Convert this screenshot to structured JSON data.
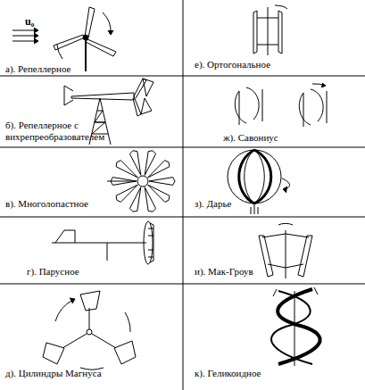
{
  "diagram": {
    "labels": [
      "u₀",
      "а). Репеллерное",
      "е). Ортогональное",
      "б). Репеллерное с вихрепреобразователем",
      "ж). Савониус",
      "в). Многолопастное",
      "з). Дарье",
      "г). Парусное",
      "и). Мак-Гроув",
      "д). Цилиндры Магнуса",
      "к). Геликоидное"
    ]
  }
}
